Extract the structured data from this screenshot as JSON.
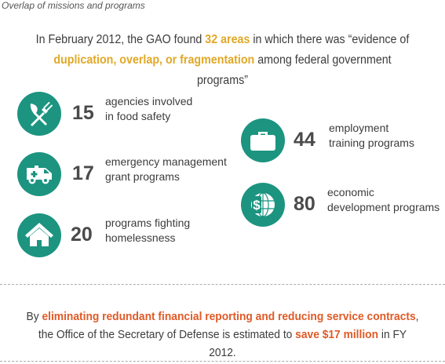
{
  "caption": "Overlap of missions and programs",
  "headline": {
    "part1": "In February 2012, the GAO found ",
    "highlight1": "32 areas",
    "part2": " in which there was “evidence of ",
    "highlight2": "duplication, overlap, or fragmentation",
    "part3": " among federal government programs”"
  },
  "items": [
    {
      "icon": "fork-knife-icon",
      "number": "15",
      "line1": "agencies involved",
      "line2": "in food safety"
    },
    {
      "icon": "ambulance-icon",
      "number": "17",
      "line1": "emergency management",
      "line2": "grant programs"
    },
    {
      "icon": "house-icon",
      "number": "20",
      "line1": "programs fighting",
      "line2": "homelessness"
    },
    {
      "icon": "briefcase-icon",
      "number": "44",
      "line1": "employment",
      "line2": "training programs"
    },
    {
      "icon": "dollar-globe-icon",
      "number": "80",
      "line1": "economic",
      "line2": "development programs"
    }
  ],
  "footer": {
    "part1": "By ",
    "highlight1": "eliminating redundant financial reporting and reducing service contracts",
    "part2": ", the Office of the Secretary of Defense is estimated to ",
    "highlight2": "save $17 million",
    "part3": " in FY 2012."
  },
  "colors": {
    "teal": "#1c9480",
    "gold": "#e0a826",
    "orange": "#e05a27",
    "text": "#3c3c3c"
  }
}
